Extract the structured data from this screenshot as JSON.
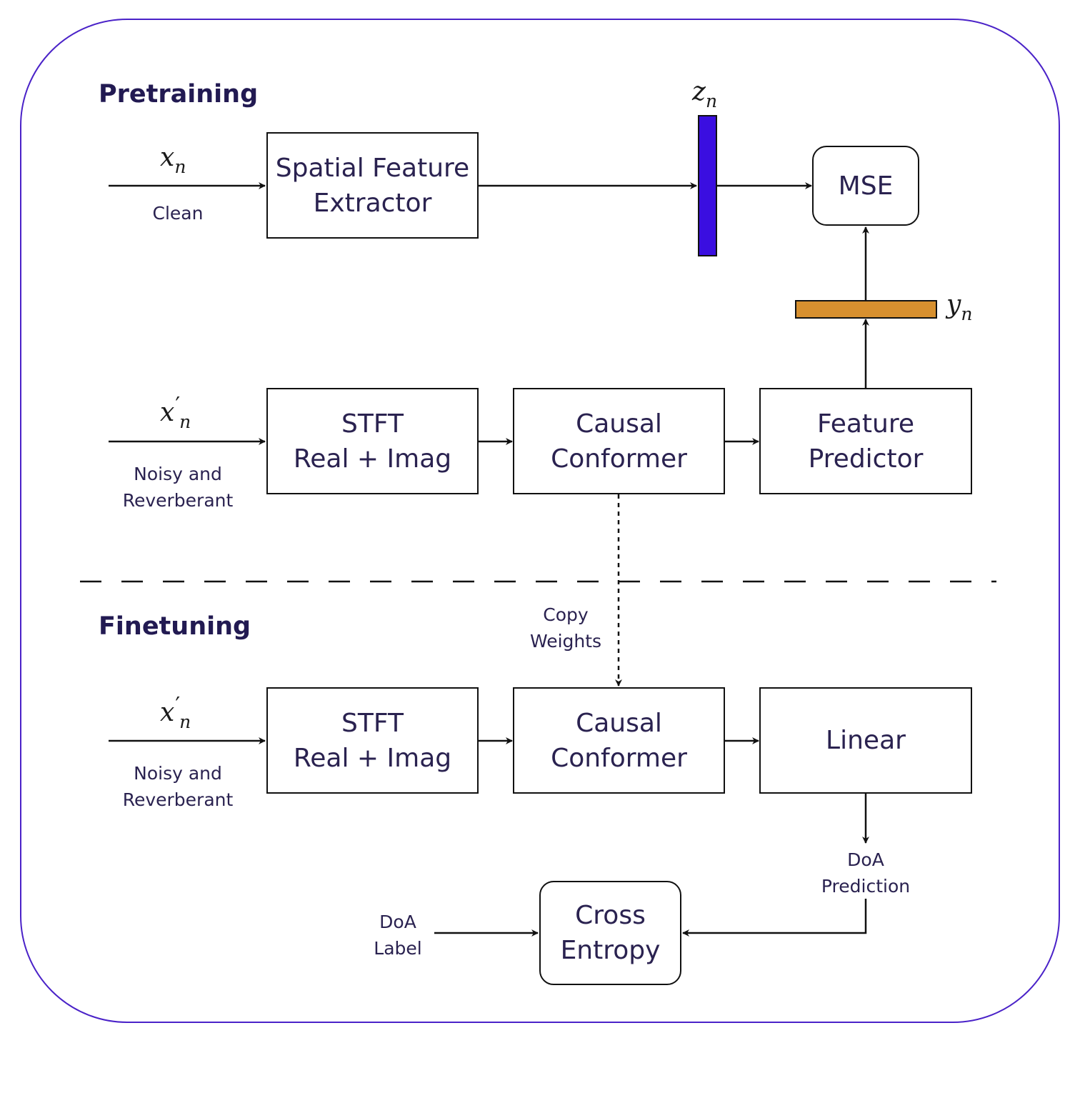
{
  "sections": {
    "pretraining": "Pretraining",
    "finetuning": "Finetuning"
  },
  "blocks": {
    "spatial_feature_extractor": "Spatial Feature\nExtractor",
    "mse": "MSE",
    "stft_pre": "STFT\nReal + Imag",
    "causal_conformer_pre": "Causal\nConformer",
    "feature_predictor": "Feature\nPredictor",
    "stft_fine": "STFT\nReal + Imag",
    "causal_conformer_fine": "Causal\nConformer",
    "linear": "Linear",
    "cross_entropy": "Cross\nEntropy"
  },
  "labels": {
    "clean": "Clean",
    "noisy_pre": "Noisy and\nReverberant",
    "noisy_fine": "Noisy and\nReverberant",
    "copy_weights": "Copy\nWeights",
    "doa_prediction": "DoA\nPrediction",
    "doa_label": "DoA\nLabel"
  },
  "symbols": {
    "x_n": {
      "base": "x",
      "sub": "n"
    },
    "x_prime_pre": {
      "base": "x",
      "prime": "′",
      "sub": "n"
    },
    "x_prime_fine": {
      "base": "x",
      "prime": "′",
      "sub": "n"
    },
    "z_n": {
      "base": "z",
      "sub": "n"
    },
    "y_n": {
      "base": "y",
      "sub": "n"
    }
  },
  "colors": {
    "frame": "#4a22c8",
    "z_bar": "#3a0ee0",
    "y_bar": "#d7902f",
    "text": "#2a2250"
  }
}
